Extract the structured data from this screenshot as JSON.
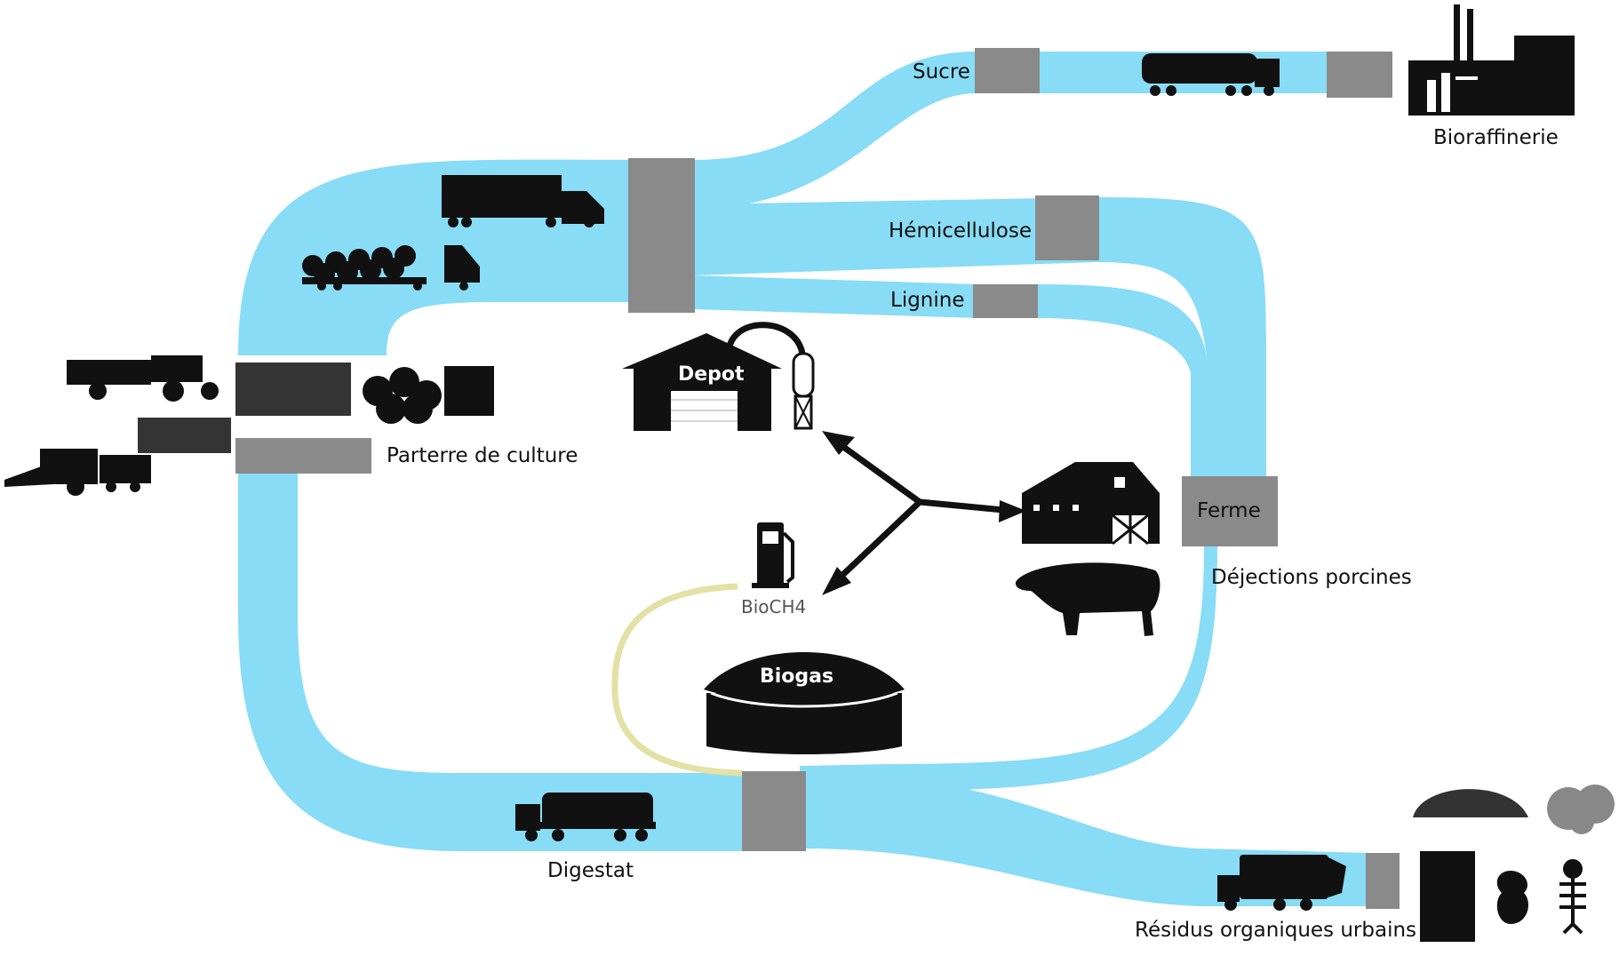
{
  "colors": {
    "flow": "#88dcf5",
    "node": "#8a8a8a",
    "silhouette": "#111111",
    "gas_pipe": "#e3e1a6"
  },
  "labels": {
    "sucre": "Sucre",
    "bioraffinerie": "Bioraffinerie",
    "hemicellulose": "Hémicellulose",
    "lignine": "Lignine",
    "parterre": "Parterre de culture",
    "ferme": "Ferme",
    "dejections": "Déjections porcines",
    "digestat": "Digestat",
    "residus": "Résidus organiques urbains"
  },
  "icons": {
    "depot": "Depot",
    "biogas": "Biogas",
    "bioch4": "BioCH4"
  }
}
